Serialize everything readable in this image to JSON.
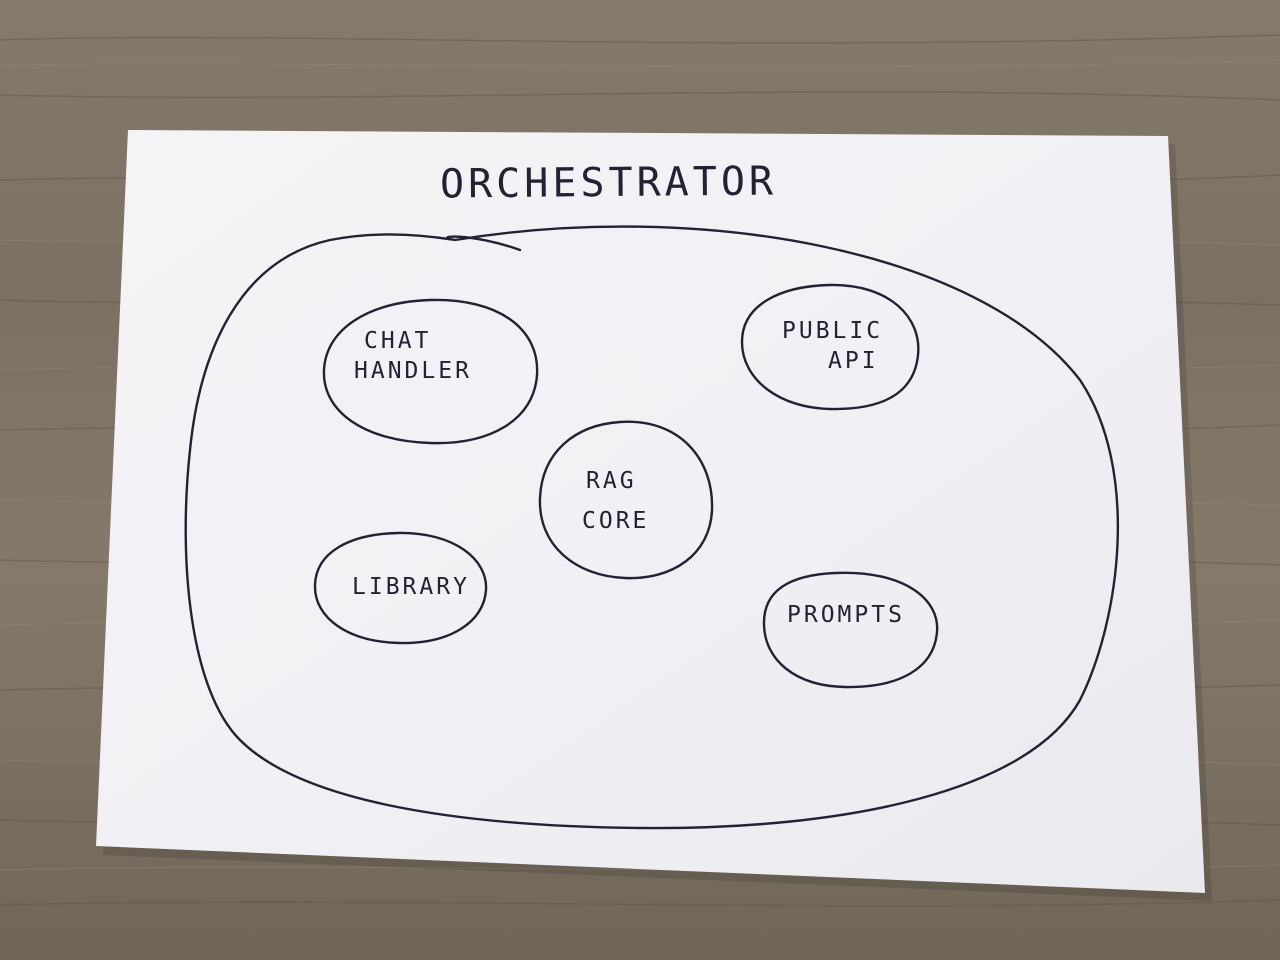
{
  "title": "ORCHESTRATOR",
  "nodes": [
    {
      "id": "chat-handler",
      "lines": [
        "CHAT",
        "HANDLER"
      ]
    },
    {
      "id": "public-api",
      "lines": [
        "PUBLIC",
        "API"
      ]
    },
    {
      "id": "rag-core",
      "lines": [
        "RAG",
        "CORE"
      ]
    },
    {
      "id": "library",
      "lines": [
        "LIBRARY"
      ]
    },
    {
      "id": "prompts",
      "lines": [
        "PROMPTS"
      ]
    }
  ],
  "colors": {
    "ink": "#262033",
    "paper": "#f3f3f6",
    "table": "#7d7264"
  }
}
